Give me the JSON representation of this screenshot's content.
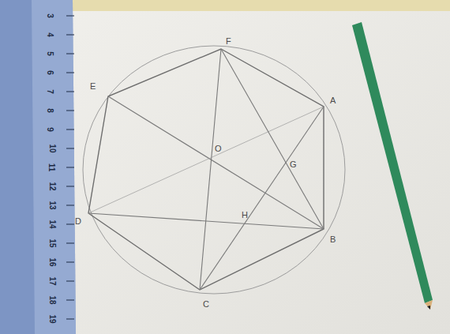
{
  "diagram": {
    "labels": [
      "F",
      "E",
      "A",
      "B",
      "C",
      "D",
      "O",
      "G",
      "H",
      "3",
      "4",
      "5",
      "6",
      "7",
      "8",
      "9",
      "10",
      "11",
      "12",
      "13",
      "14",
      "15",
      "16",
      "17",
      "18",
      "19"
    ]
  }
}
